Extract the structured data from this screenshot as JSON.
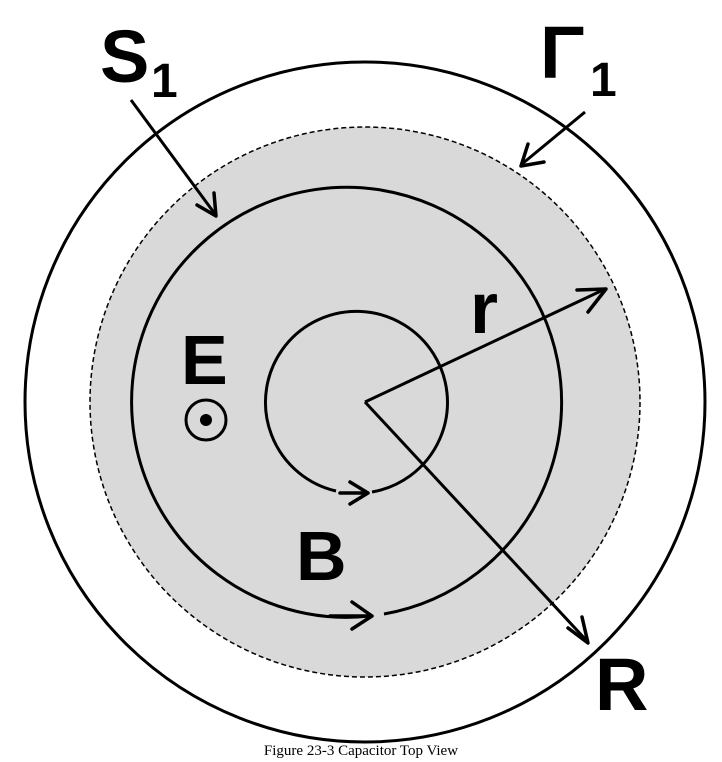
{
  "labels": {
    "surface_letter": "S",
    "surface_sub": "1",
    "contour_letter": "Γ",
    "contour_sub": "1",
    "radius_small": "r",
    "radius_large": "R",
    "electric_field": "E",
    "magnetic_field": "B"
  },
  "caption": "Figure 23-3 Capacitor Top View",
  "colors": {
    "line": "#000000",
    "shaded_region": "#d9d9d9",
    "background": "#ffffff"
  },
  "icons": {
    "electric_field_symbol": "dot-in-circle (out of page)"
  }
}
